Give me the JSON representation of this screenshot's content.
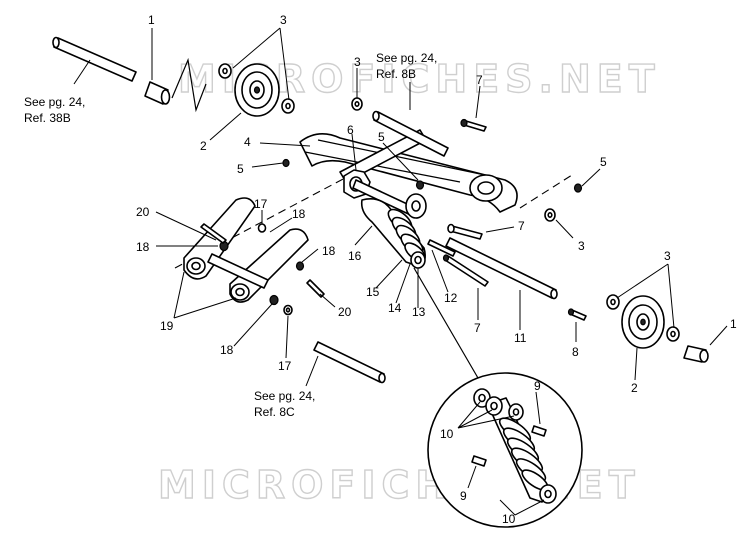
{
  "watermark": "MICROFICHES.NET",
  "notes": {
    "ref_38b_line1": "See pg. 24,",
    "ref_38b_line2": "Ref. 38B",
    "ref_8b_line1": "See pg. 24,",
    "ref_8b_line2": "Ref. 8B",
    "ref_8c_line1": "See pg. 24,",
    "ref_8c_line2": "Ref. 8C"
  },
  "callouts": [
    {
      "id": "c1a",
      "text": "1"
    },
    {
      "id": "c3a",
      "text": "3"
    },
    {
      "id": "c2a",
      "text": "2"
    },
    {
      "id": "c3b",
      "text": "3"
    },
    {
      "id": "c7a",
      "text": "7"
    },
    {
      "id": "c4",
      "text": "4"
    },
    {
      "id": "c6",
      "text": "6"
    },
    {
      "id": "c5a",
      "text": "5"
    },
    {
      "id": "c5b",
      "text": "5"
    },
    {
      "id": "c5c",
      "text": "5"
    },
    {
      "id": "c20a",
      "text": "20"
    },
    {
      "id": "c17a",
      "text": "17"
    },
    {
      "id": "c18a",
      "text": "18"
    },
    {
      "id": "c18b",
      "text": "18"
    },
    {
      "id": "c18c",
      "text": "18"
    },
    {
      "id": "c16",
      "text": "16"
    },
    {
      "id": "c7b",
      "text": "7"
    },
    {
      "id": "c3c",
      "text": "3"
    },
    {
      "id": "c3d",
      "text": "3"
    },
    {
      "id": "c1b",
      "text": "1"
    },
    {
      "id": "c19",
      "text": "19"
    },
    {
      "id": "c20b",
      "text": "20"
    },
    {
      "id": "c15",
      "text": "15"
    },
    {
      "id": "c14",
      "text": "14"
    },
    {
      "id": "c13",
      "text": "13"
    },
    {
      "id": "c12",
      "text": "12"
    },
    {
      "id": "c7c",
      "text": "7"
    },
    {
      "id": "c11",
      "text": "11"
    },
    {
      "id": "c8",
      "text": "8"
    },
    {
      "id": "c2b",
      "text": "2"
    },
    {
      "id": "c18d",
      "text": "18"
    },
    {
      "id": "c17b",
      "text": "17"
    },
    {
      "id": "c9a",
      "text": "9"
    },
    {
      "id": "c10a",
      "text": "10"
    },
    {
      "id": "c9b",
      "text": "9"
    },
    {
      "id": "c10b",
      "text": "10"
    }
  ]
}
